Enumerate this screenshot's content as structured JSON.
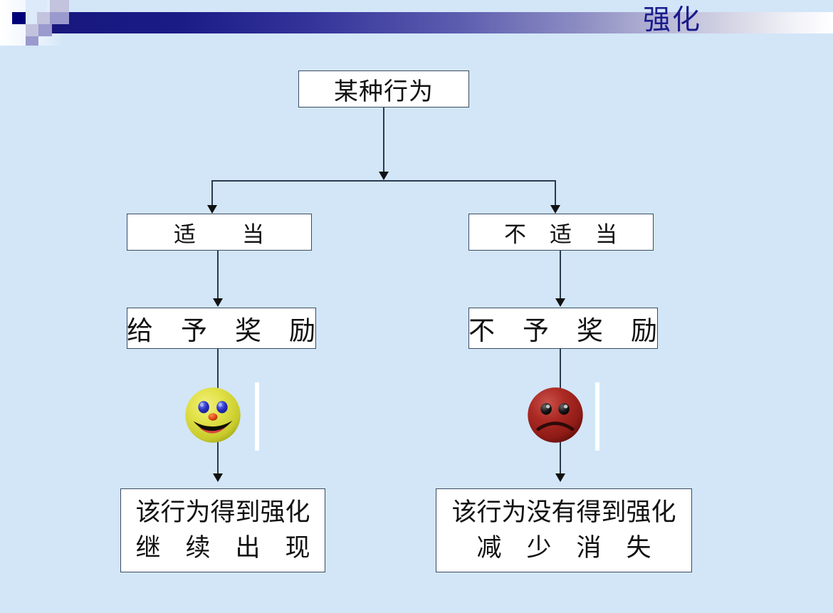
{
  "slide": {
    "title": "强化",
    "background_color": "#d2e6f8",
    "title_color": "#1a1a8c",
    "band_start_color": "#17177e",
    "band_end_color": "#ffffff"
  },
  "diagram": {
    "type": "flowchart",
    "root": {
      "id": "behavior",
      "label": "某种行为"
    },
    "branches": [
      {
        "id": "appropriate",
        "condition": "适　　当",
        "action": "给　予　奖　励",
        "face_icon": "happy-face-icon",
        "face_color": "#d6d83a",
        "result_line1": "该行为得到强化",
        "result_line2": "继　续　出　现"
      },
      {
        "id": "inappropriate",
        "condition": "不　适　当",
        "action": "不　予　奖　励",
        "face_icon": "sad-face-icon",
        "face_color": "#a51f1f",
        "result_line1": "该行为没有得到强化",
        "result_line2": "减　少　消　失"
      }
    ]
  }
}
